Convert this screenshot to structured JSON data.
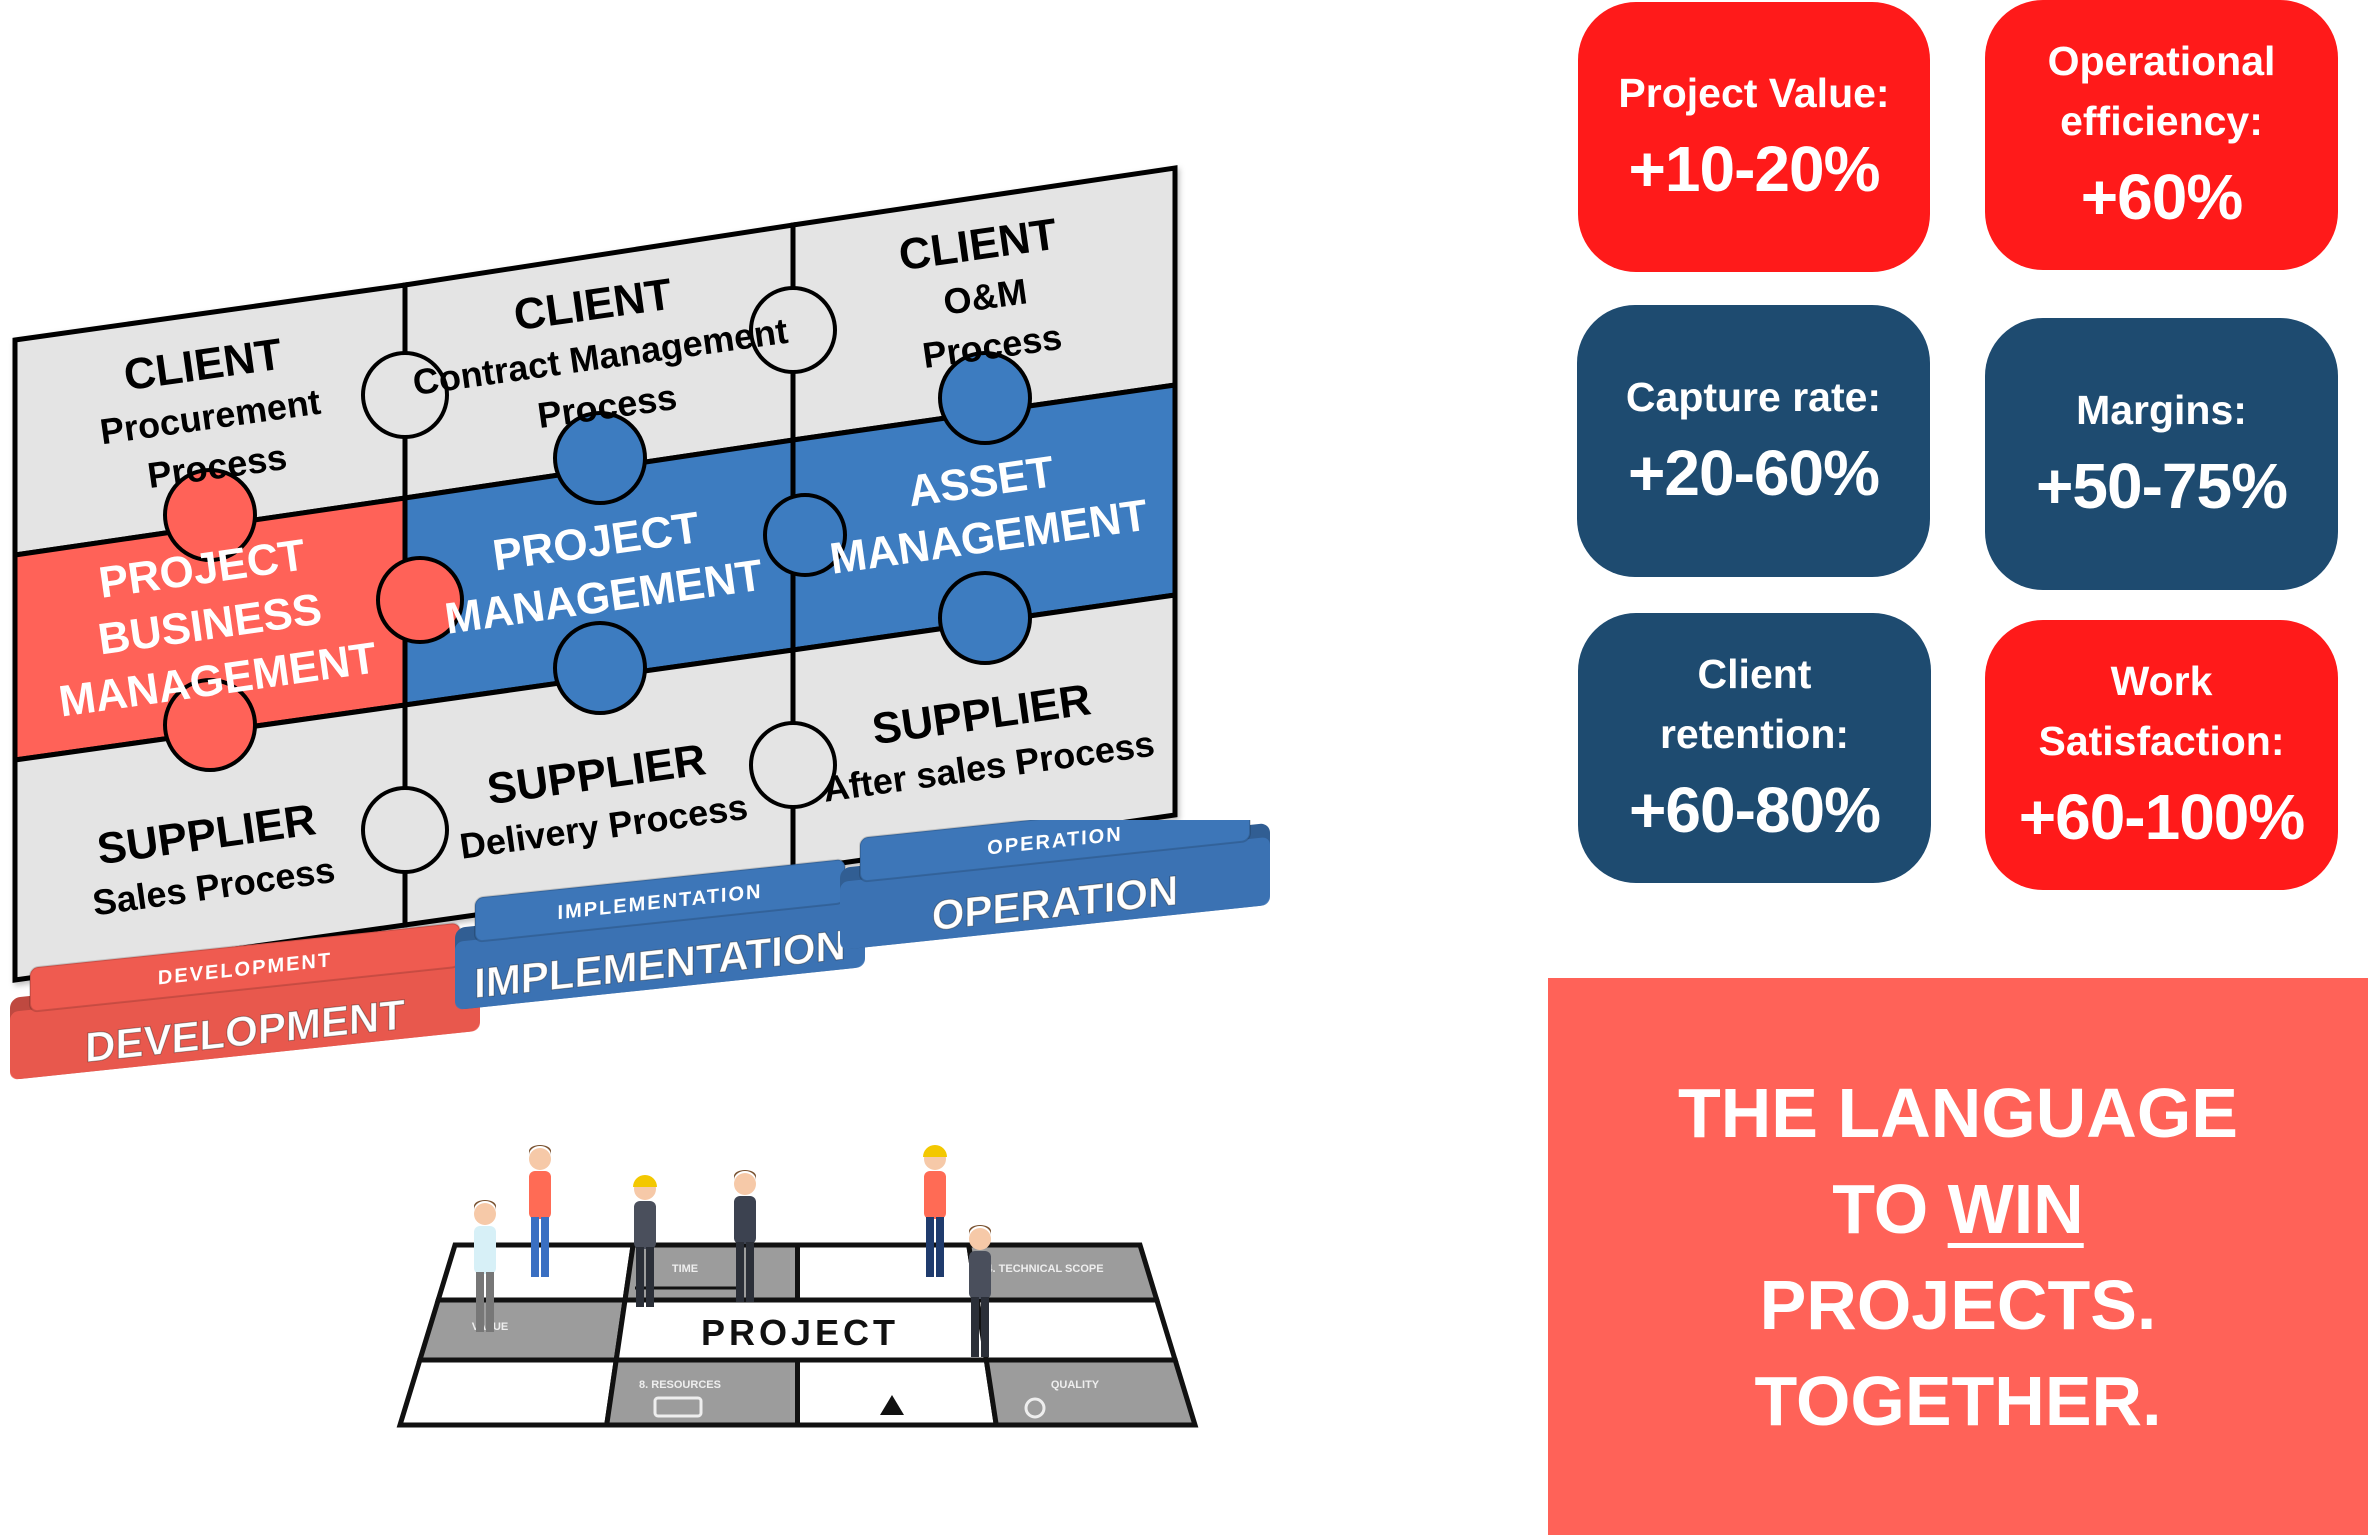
{
  "puzzle": {
    "rows": [
      [
        {
          "title": "CLIENT",
          "subtitle": [
            "Procurement",
            "Process"
          ],
          "color": "#e4e4e4",
          "text_color": "#000000"
        },
        {
          "title": "CLIENT",
          "subtitle": [
            "Contract Management",
            "Process"
          ],
          "color": "#e4e4e4",
          "text_color": "#000000"
        },
        {
          "title": "CLIENT",
          "subtitle": [
            "O&M",
            "Process"
          ],
          "color": "#e4e4e4",
          "text_color": "#000000"
        }
      ],
      [
        {
          "title": "PROJECT",
          "subtitle": [
            "BUSINESS",
            "MANAGEMENT"
          ],
          "color": "#ff6258",
          "text_color": "#ffffff"
        },
        {
          "title": "PROJECT",
          "subtitle": [
            "MANAGEMENT"
          ],
          "color": "#3d7cc0",
          "text_color": "#ffffff"
        },
        {
          "title": "ASSET",
          "subtitle": [
            "MANAGEMENT"
          ],
          "color": "#3d7cc0",
          "text_color": "#ffffff"
        }
      ],
      [
        {
          "title": "SUPPLIER",
          "subtitle": [
            "Sales Process"
          ],
          "color": "#e4e4e4",
          "text_color": "#000000"
        },
        {
          "title": "SUPPLIER",
          "subtitle": [
            "Delivery Process"
          ],
          "color": "#e4e4e4",
          "text_color": "#000000"
        },
        {
          "title": "SUPPLIER",
          "subtitle": [
            "After sales Process"
          ],
          "color": "#e4e4e4",
          "text_color": "#000000"
        }
      ]
    ]
  },
  "phases": [
    {
      "top_label": "DEVELOPMENT",
      "front_label": "DEVELOPMENT",
      "color": "#ef5b50"
    },
    {
      "top_label": "IMPLEMENTATION",
      "front_label": "IMPLEMENTATION",
      "color": "#3d76b8"
    },
    {
      "top_label": "OPERATION",
      "front_label": "OPERATION",
      "color": "#3d76b8"
    }
  ],
  "metrics": [
    {
      "label": [
        "Project Value:"
      ],
      "value": "+10-20%",
      "color": "red"
    },
    {
      "label": [
        "Operational",
        "efficiency:"
      ],
      "value": "+60%",
      "color": "red"
    },
    {
      "label": [
        "Capture rate:"
      ],
      "value": "+20-60%",
      "color": "blue"
    },
    {
      "label": [
        "Margins:"
      ],
      "value": "+50-75%",
      "color": "blue"
    },
    {
      "label": [
        "Client",
        "retention:"
      ],
      "value": "+60-80%",
      "color": "blue"
    },
    {
      "label": [
        "Work",
        "Satisfaction:"
      ],
      "value": "+60-100%",
      "color": "red"
    }
  ],
  "tagline": {
    "line1": "THE LANGUAGE",
    "line2_prefix": "TO ",
    "line2_emphasis": "WIN",
    "line3": "PROJECTS.",
    "line4": "TOGETHER."
  },
  "board": {
    "center_label": "PROJECT",
    "tiles": [
      {
        "label": "TIME",
        "icon": "arrow-icon"
      },
      {
        "label": "4. TECHNICAL SCOPE",
        "icon": "machine-icon"
      },
      {
        "label": "VALUE",
        "icon": "scale-icon"
      },
      {
        "label": "8. RESOURCES",
        "icon": "battery-icon"
      },
      {
        "label": "QUALITY",
        "icon": "target-icon"
      }
    ]
  },
  "colors": {
    "red": "#ff1a1a",
    "navy": "#1e4b70",
    "coral": "#ff6258",
    "puzzle_blue": "#3d7cc0",
    "puzzle_grey": "#e4e4e4"
  }
}
